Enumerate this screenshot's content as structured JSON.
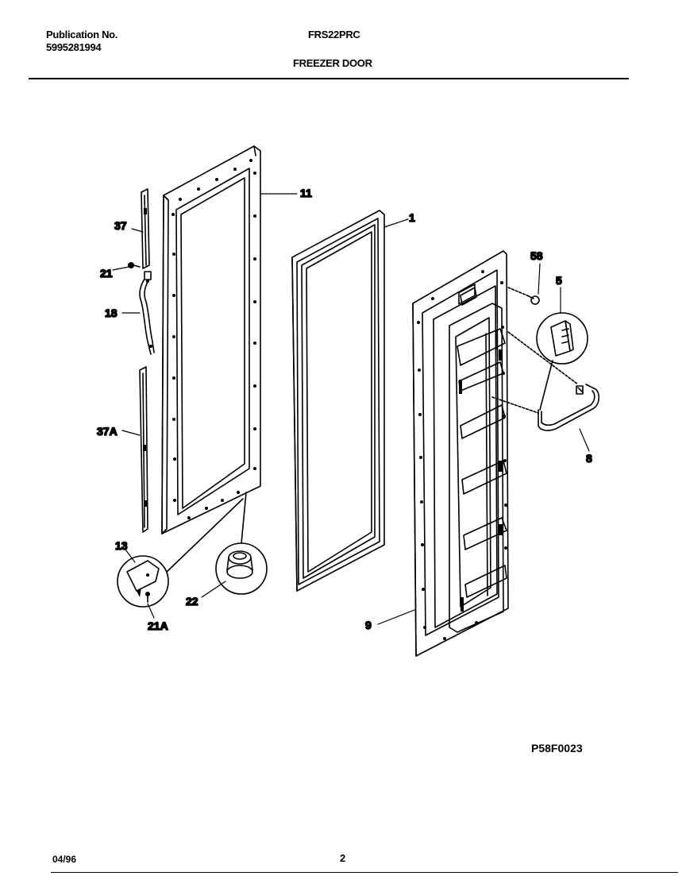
{
  "header": {
    "publication_label": "Publication No.",
    "publication_number": "5995281994",
    "model": "FRS22PRC",
    "section_title": "FREEZER DOOR"
  },
  "parts": [
    {
      "id": "11"
    },
    {
      "id": "1"
    },
    {
      "id": "37"
    },
    {
      "id": "21"
    },
    {
      "id": "18"
    },
    {
      "id": "37A"
    },
    {
      "id": "13"
    },
    {
      "id": "21A"
    },
    {
      "id": "22"
    },
    {
      "id": "9"
    },
    {
      "id": "58"
    },
    {
      "id": "5"
    },
    {
      "id": "8"
    }
  ],
  "footer": {
    "ref_code": "P58F0023",
    "date": "04/96",
    "page": "2"
  }
}
